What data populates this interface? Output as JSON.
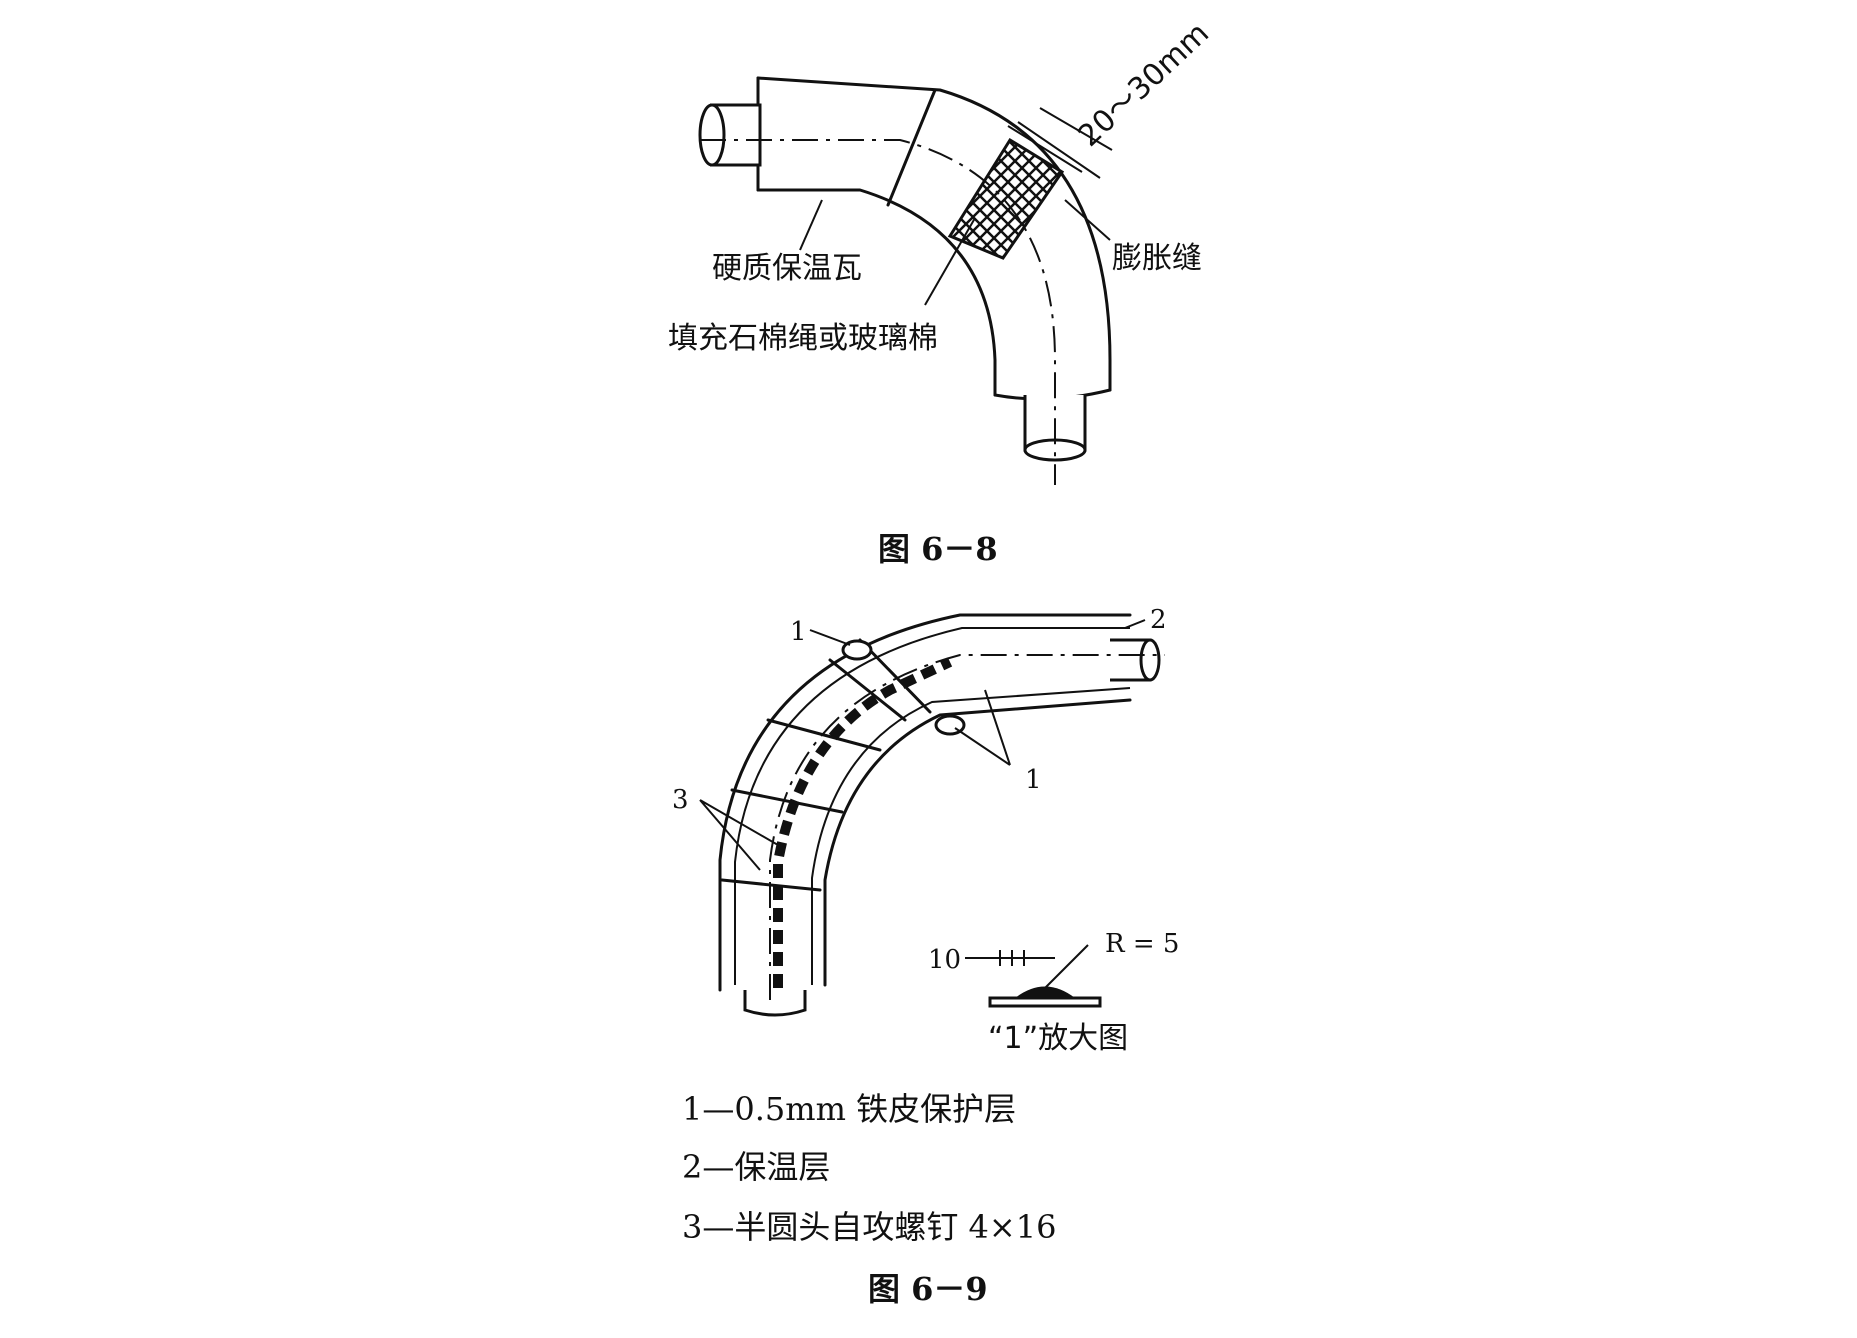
{
  "fig8": {
    "dimension_label": "20～30mm",
    "label_rigid_tile": "硬质保温瓦",
    "label_expansion_joint": "膨胀缝",
    "label_fill": "填充石棉绳或玻璃棉",
    "caption": "图 6－8"
  },
  "fig9": {
    "callout_1a": "1",
    "callout_1b": "1",
    "callout_2": "2",
    "callout_3": "3",
    "detail_dim_10": "10",
    "detail_radius": "R = 5",
    "detail_caption": "“1”放大图",
    "legend": [
      "1—0.5mm 铁皮保护层",
      "2—保温层",
      "3—半圆头自攻螺钉 4×16"
    ],
    "caption": "图 6－9"
  }
}
